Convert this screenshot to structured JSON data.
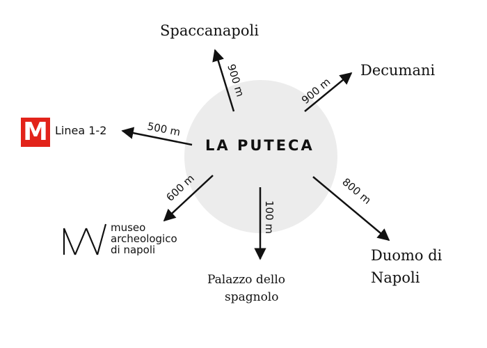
{
  "center": {
    "label": "LA PUTECA",
    "circle_color": "#ececec"
  },
  "destinations": {
    "spaccanapoli": {
      "name": "Spaccanapoli",
      "distance": "900 m"
    },
    "decumani": {
      "name": "Decumani",
      "distance": "900 m"
    },
    "linea": {
      "name": "Linea 1-2",
      "distance": "500 m",
      "logo_letter": "M",
      "logo_color": "#e2231a"
    },
    "museo": {
      "line1": "museo",
      "line2": "archeologico",
      "line3": "di napoli",
      "distance": "600 m",
      "logo_letters": "M"
    },
    "palazzo": {
      "line1": "Palazzo dello",
      "line2": "spagnolo",
      "distance": "100 m"
    },
    "duomo": {
      "line1": "Duomo di",
      "line2": "Napoli",
      "distance": "800 m"
    }
  },
  "colors": {
    "ink": "#111111",
    "background": "#ffffff"
  }
}
